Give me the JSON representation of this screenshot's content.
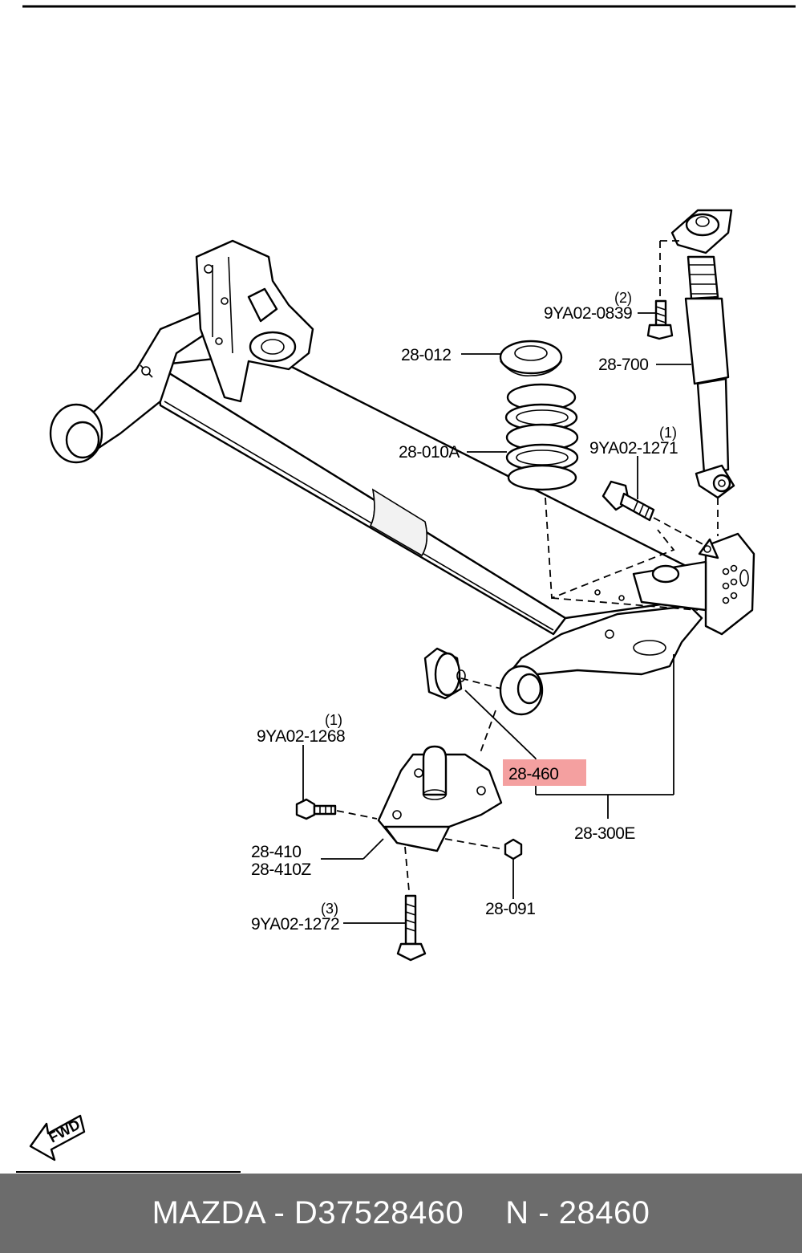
{
  "labels": {
    "l_28_012": "28-012",
    "l_28_010a": "28-010A",
    "l_28_700": "28-700",
    "l_9ya02_0839": "9YA02-0839",
    "q_9ya02_0839": "(2)",
    "l_9ya02_1271": "9YA02-1271",
    "q_9ya02_1271": "(1)",
    "l_9ya02_1268": "9YA02-1268",
    "q_9ya02_1268": "(1)",
    "l_28_460": "28-460",
    "l_28_300e": "28-300E",
    "l_28_410": "28-410",
    "l_28_410z": "28-410Z",
    "l_28_091": "28-091",
    "l_9ya02_1272": "9YA02-1272",
    "q_9ya02_1272": "(3)",
    "fwd": "FWD"
  },
  "highlight_color": "#f4a0a0",
  "footer": {
    "brand_part": "MAZDA - D37528460",
    "catalog_no": "N - 28460"
  }
}
